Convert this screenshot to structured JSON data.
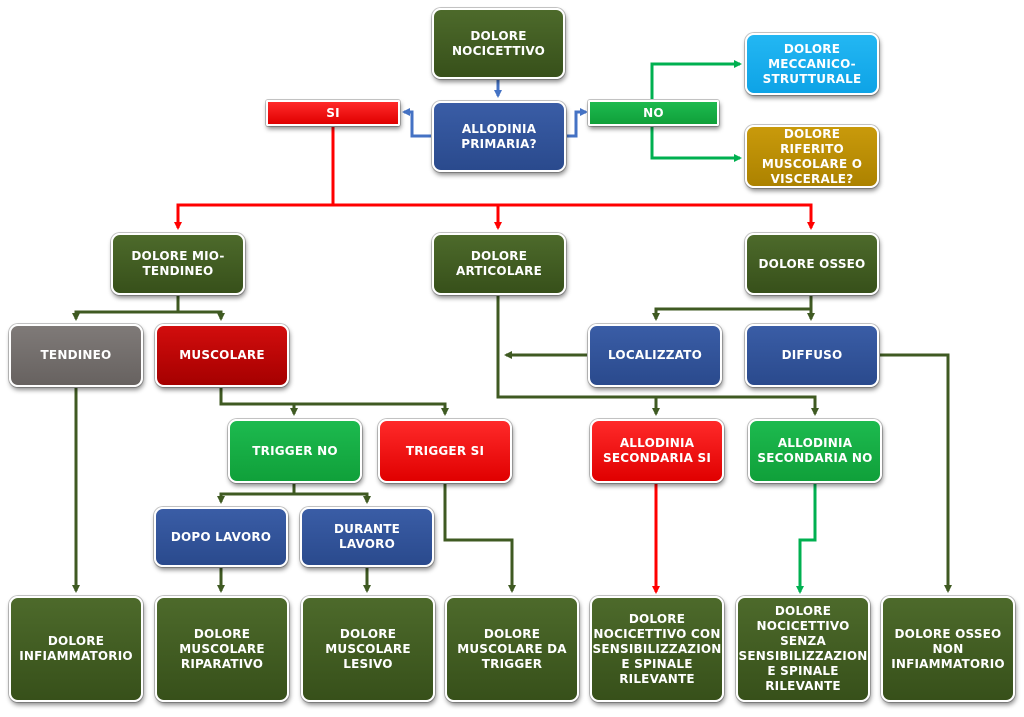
{
  "nodes": {
    "dolore_nocicettivo": "DOLORE NOCICETTIVO",
    "allodinia_primaria": "ALLODINIA PRIMARIA?",
    "si": "SI",
    "no": "NO",
    "dolore_meccanico": "DOLORE MECCANICO-STRUTTURALE",
    "dolore_riferito": "DOLORE RIFERITO MUSCOLARE O VISCERALE?",
    "dolore_mio_tendineo": "DOLORE MIO-TENDINEO",
    "dolore_articolare": "DOLORE ARTICOLARE",
    "dolore_osseo": "DOLORE OSSEO",
    "tendineo": "TENDINEO",
    "muscolare": "MUSCOLARE",
    "localizzato": "LOCALIZZATO",
    "diffuso": "DIFFUSO",
    "trigger_no": "TRIGGER NO",
    "trigger_si": "TRIGGER SI",
    "allodinia_secondaria_si": "ALLODINIA SECONDARIA SI",
    "allodinia_secondaria_no": "ALLODINIA SECONDARIA NO",
    "dopo_lavoro": "DOPO LAVORO",
    "durante_lavoro": "DURANTE LAVORO",
    "dolore_infiammatorio": "DOLORE INFIAMMATORIO",
    "dolore_muscolare_riparativo": "DOLORE MUSCOLARE RIPARATIVO",
    "dolore_muscolare_lesivo": "DOLORE MUSCOLARE LESIVO",
    "dolore_muscolare_da_trigger": "DOLORE MUSCOLARE DA TRIGGER",
    "dolore_con_sensibilizzazione": "DOLORE NOCICETTIVO CON SENSIBILIZZAZION E SPINALE RILEVANTE",
    "dolore_senza_sensibilizzazione": "DOLORE NOCICETTIVO SENZA SENSIBILIZZAZION E SPINALE RILEVANTE",
    "dolore_osseo_non_infiammatorio": "DOLORE OSSEO NON INFIAMMATORIO"
  },
  "colors": {
    "dark_green": "#3f5a22",
    "blue": "#2f5597",
    "red": "#ff0000",
    "dark_red": "#c00000",
    "green": "#00b050",
    "sky": "#00b0f0",
    "gold": "#bf9000",
    "gray": "#767171"
  }
}
